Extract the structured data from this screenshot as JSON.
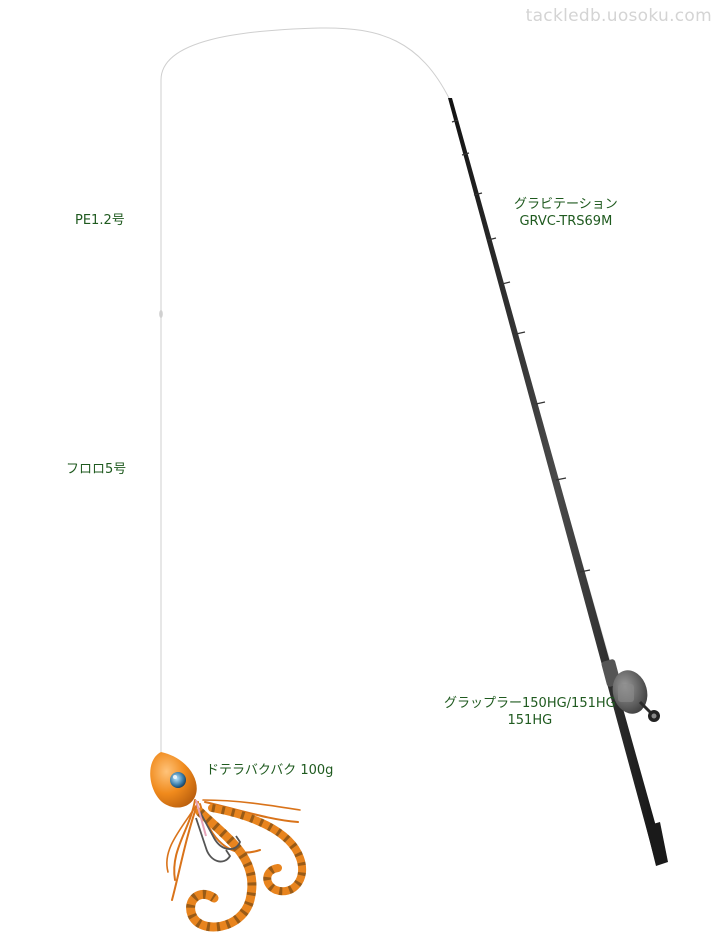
{
  "watermark": "tackledb.uosoku.com",
  "labels": {
    "main_line": "PE1.2号",
    "leader": "フロロ5号",
    "rod_series": "グラビテーション",
    "rod_model": "GRVC-TRS69M",
    "reel_line1": "グラップラー150HG/151HG",
    "reel_line2": "151HG",
    "lure": "ドテラバクバク 100g"
  },
  "icons": {
    "rod": "fishing-rod-icon",
    "reel": "baitcast-reel-icon",
    "lure": "tai-rubber-jig-icon",
    "hook": "hook-icon",
    "knot": "line-knot-icon"
  },
  "colors": {
    "label_text": "#1f5a1f",
    "watermark": "#d4d4d4",
    "line": "#cfcfcf",
    "rod_blank": "#2b2b2b",
    "lure_head": "#f08a1c",
    "lure_skirt": "#d9731a"
  }
}
